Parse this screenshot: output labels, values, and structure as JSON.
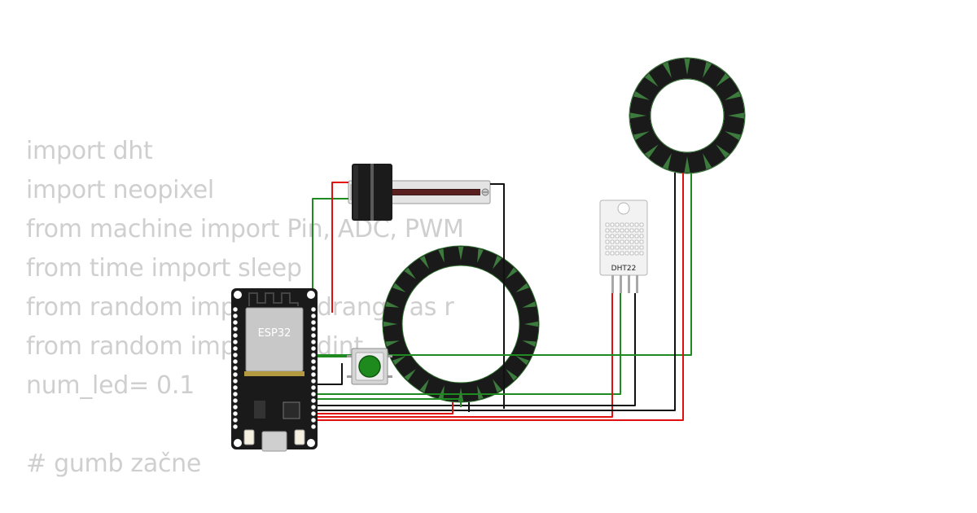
{
  "code_lines": [
    "import dht",
    "import neopixel",
    "from machine import Pin, ADC, PWM",
    "from time import sleep",
    "from random import randrange as r",
    "from random import randint",
    "num_led= 0.1",
    "",
    "# gumb začne"
  ],
  "parts": {
    "esp32_label": "ESP32",
    "dht22_label": "DHT22"
  },
  "colors": {
    "wire_green": "#1f8a1f",
    "wire_red": "#e01010",
    "wire_black": "#111111",
    "board": "#1a1a1a",
    "button_green": "#1e8a1e",
    "led_dim": "#3d7a3d"
  },
  "neopixel_rings": [
    {
      "name": "large-ring",
      "leds": 24
    },
    {
      "name": "small-ring",
      "leds": 16
    }
  ]
}
